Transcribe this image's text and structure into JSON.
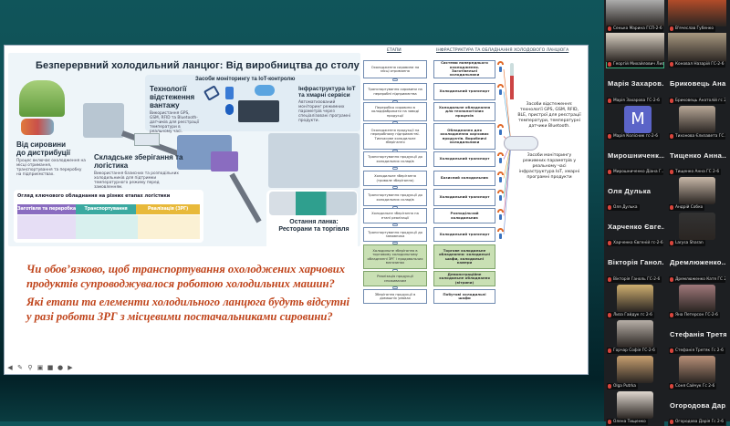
{
  "slide": {
    "infographic": {
      "title": "Безперервний холодильний ланцюг: Від виробництва до столу",
      "monitoring_header": "Засоби моніторингу та IoT-контролю",
      "tracking": {
        "title": "Технології відстеження вантажу",
        "desc": "Використання GPS, GSM, RFID та Bluetooth-датчиків для реєстрації температури в реальному часі."
      },
      "iot": {
        "title": "Інфраструктура IoT та хмарні сервіси",
        "desc": "Автоматизований моніторинг режимних параметрів через спеціалізовані програмні продукти."
      },
      "raw": {
        "title": "Від сировини до дистрибуції",
        "desc": "Процес включає охолодження на місці отримання, транспортування та переробку на підприємствах."
      },
      "warehouse": {
        "title": "Складське зберігання та логістика",
        "desc": "Використання базисних та розподільних холодильників для підтримки температурного режиму перед замовленням."
      },
      "overview_title": "Огляд ключового обладнання на різних етапах логістики",
      "bars": [
        "Заготівля та переробка",
        "Транспортування",
        "Реалізація (ЗРГ)"
      ],
      "last": {
        "title": "Остання ланка: Ресторани та торгівля"
      }
    },
    "flow": {
      "col_stages": "ЕТАПИ",
      "col_equipment": "ІНФРАСТРУКТУРА ТА ОБЛАДНАННЯ ХОЛОДОВОГО ЛАНЦЮГА",
      "rows": [
        {
          "stage": "Охолодження сировини на місці отримання",
          "equipment": "Системи попереднього охолодження. Заготівельні холодильники"
        },
        {
          "stage": "Транспортування сировини на переробні підприємства",
          "equipment": "Холодильний транспорт"
        },
        {
          "stage": "Переробка сировини в холодфабрикати на заводі продукції",
          "equipment": "Холодильне обладнання для технологічних процесів"
        },
        {
          "stage": "Охолодження продукції на переробному підприємстві. Тимчасове холодильне зберігання",
          "equipment": "Обладнання для охолодження харчових продуктів. Виробничі холодильники"
        },
        {
          "stage": "Транспортування продукції до холодильних складів",
          "equipment": "Холодильний транспорт"
        },
        {
          "stage": "Холодильне зберігання (тривале зберігання)",
          "equipment": "Базисний холодильник"
        },
        {
          "stage": "Транспортування продукції до холодильних складів",
          "equipment": "Холодильний транспорт"
        },
        {
          "stage": "Холодильне зберігання на етапі реалізації",
          "equipment": "Розподільчий холодильник"
        },
        {
          "stage": "Транспортування продукції до замовника",
          "equipment": "Холодильний транспорт"
        },
        {
          "stage": "Холодильне зберігання в торговому холодильному обладнанні ЗРГ і продовольчих магазинах",
          "equipment": "Торгове холодильне обладнання: холодильні шафи, холодильні камери"
        },
        {
          "stage": "Реалізація продукції споживачам",
          "equipment": "Демонстраційне холодильне обладнання (вітрини)"
        },
        {
          "stage": "Зберігання продукції в домашніх умовах",
          "equipment": "Побутові холодильні шафи"
        }
      ],
      "tracking_note": "Засоби відстеження: технології GPS, GSM, RFID, BLE, пристрої для реєстрації температури, температурні датчики Bluetooth.",
      "monitoring_note": "Засоби моніторингу режимних параметрів у реальному часі інфраструктура IoT, хмарні програмні продукти"
    },
    "questions": [
      "Чи обов’язково, щоб транспортування охолоджених харчових продуктів супроводжувалося роботою холодильних машин?",
      "Які етапи та елементи холодильного ланцюга будуть відсутні у разі роботи ЗРГ з місцевими постачальниками сировини?"
    ],
    "accent": "#c0451c"
  },
  "participants": [
    {
      "type": "photo",
      "label": "Сенько Марина ГСП-2-6"
    },
    {
      "type": "photo",
      "label": "В'ячеслав Губенко"
    },
    {
      "type": "photo",
      "label": "Георгій Михайлович Ливин...",
      "active": true
    },
    {
      "type": "photo",
      "label": "Коновал Назарій ГС-2-6"
    },
    {
      "type": "name",
      "name": "Марія Захаров...",
      "label": "Марія Захарова ГС-2-6"
    },
    {
      "type": "name",
      "name": "Бриковець Ана...",
      "label": "Бриковець Анатолій гс 2..."
    },
    {
      "type": "avatar",
      "letter": "M",
      "label": "Марія Колісник гс-2-6"
    },
    {
      "type": "photo",
      "label": "Тихонова Єлизавета ГС..."
    },
    {
      "type": "name",
      "name": "Мирошниченк...",
      "label": "Мирошниченко Діана Г..."
    },
    {
      "type": "name",
      "name": "Тищенко Анна...",
      "label": "Тищенко Анна ГС 2-6"
    },
    {
      "type": "name",
      "name": "Оля Дулька",
      "label": "Оля Дулька"
    },
    {
      "type": "photo",
      "label": "Андрій Собко"
    },
    {
      "type": "name",
      "name": "Харченко Євге...",
      "label": "Харченко Євгеній гс-2-6"
    },
    {
      "type": "photo",
      "label": "Larysa Sharan"
    },
    {
      "type": "name",
      "name": "Вікторія Ганол...",
      "label": "Вікторія Ганоль ГС-2-6"
    },
    {
      "type": "name",
      "name": "Дремлюженко...",
      "label": "Дремлюженко Катя ГС 2..."
    },
    {
      "type": "photo",
      "label": "Лиза Гайдук гс 2-6"
    },
    {
      "type": "photo",
      "label": "Яна Петерсон ГС-2-6"
    },
    {
      "type": "photo",
      "label": "Горчар Софія ГС-2-6"
    },
    {
      "type": "name",
      "name": "Стефанія Третя...",
      "label": "Стефанія Третяк Гс 2-6"
    },
    {
      "type": "photo",
      "label": "Olga Putrka"
    },
    {
      "type": "photo",
      "label": "Соня Сайчук Гс 2-6"
    },
    {
      "type": "photo",
      "label": "Олена Тищенко"
    },
    {
      "type": "name",
      "name": "Огородова Дар...",
      "label": "Огородова Дарія Гс 2-6"
    }
  ],
  "toolbar": {
    "icons": [
      "prev-icon",
      "pen-icon",
      "zoom-icon",
      "captions-icon",
      "camera-icon",
      "more-icon",
      "next-icon"
    ]
  }
}
